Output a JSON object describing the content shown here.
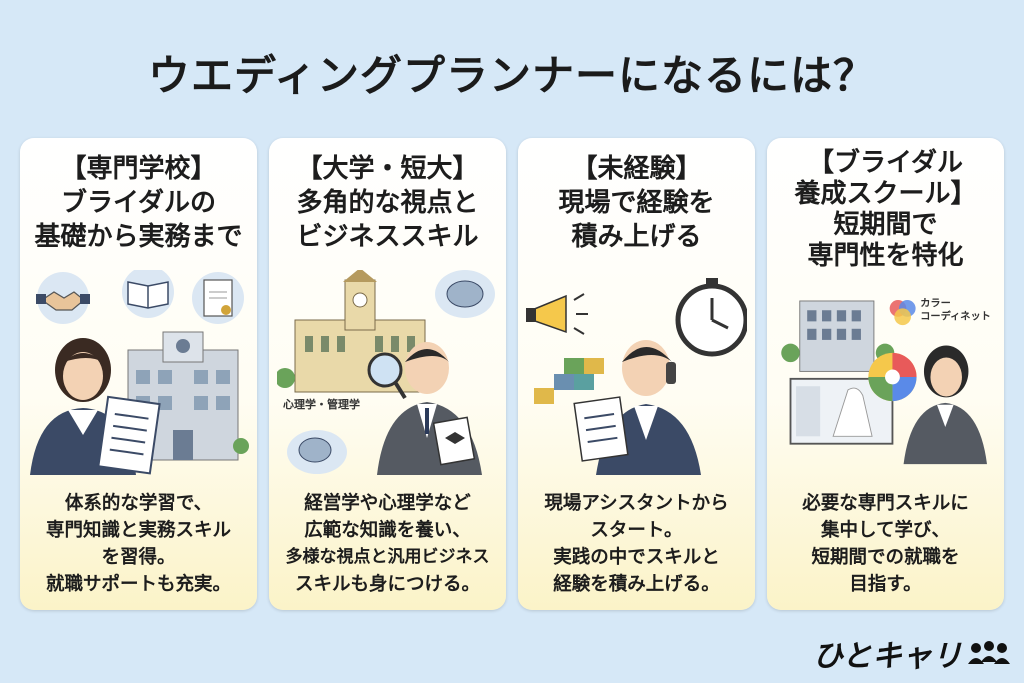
{
  "title": "ウエディングプランナーになるには？",
  "cards": [
    {
      "heading": [
        "【専門学校】",
        "ブライダルの",
        "基礎から実務まで"
      ],
      "body": [
        "体系的な学習で、",
        "専門知識と実務スキル",
        "を習得。",
        "就職サポートも充実。"
      ]
    },
    {
      "heading": [
        "【大学・短大】",
        "多角的な視点と",
        "ビジネススキル"
      ],
      "label": "心理学・管理学",
      "body": [
        "経営学や心理学など",
        "広範な知識を養い、",
        "多様な視点と汎用ビジネス",
        "スキルも身につける。"
      ]
    },
    {
      "heading": [
        "【未経験】",
        "現場で経験を",
        "積み上げる"
      ],
      "body": [
        "現場アシスタントから",
        "スタート。",
        "実践の中でスキルと",
        "経験を積み上げる。"
      ]
    },
    {
      "heading": [
        "【ブライダル",
        "養成スクール】",
        "短期間で",
        "専門性を特化"
      ],
      "label_lines": [
        "カラー",
        "コーディネット"
      ],
      "body": [
        "必要な専門スキルに",
        "集中して学び、",
        "短期間での就職を",
        "目指す。"
      ]
    }
  ],
  "logo": "ひとキャリ",
  "colors": {
    "background": "#d6e8f7",
    "card": "#fffdf3",
    "navy": "#3b4a66",
    "yellow": "#f5c84b"
  }
}
